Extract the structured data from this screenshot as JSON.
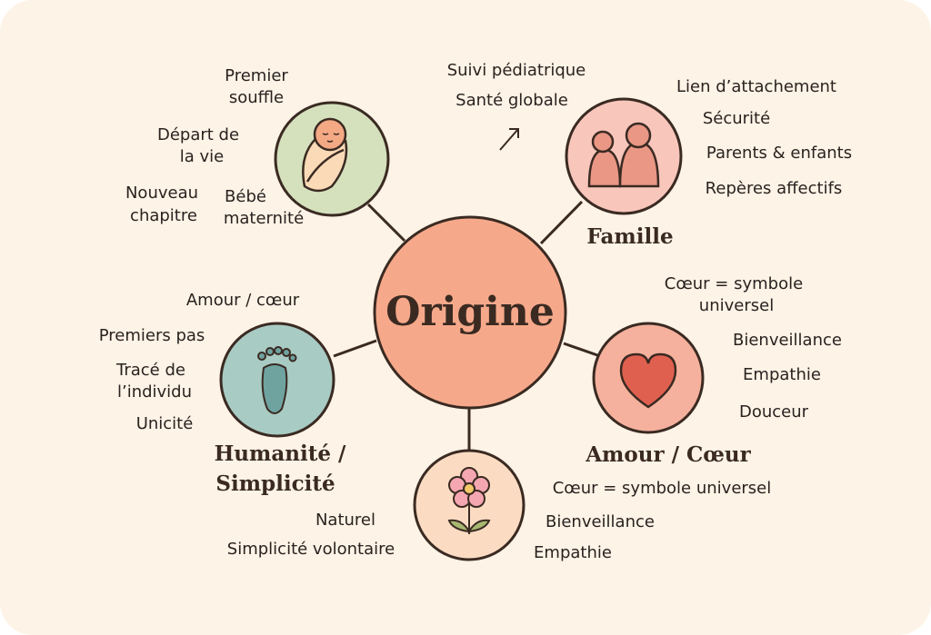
{
  "center": {
    "label": "Origine"
  },
  "nodes": {
    "naissance": {
      "icon": "baby-icon",
      "labels": [
        "Premier",
        "souffle",
        "Départ de",
        "la vie",
        "Nouveau",
        "chapitre",
        "Bébé",
        "maternité"
      ]
    },
    "sante": {
      "icon": "arrow-up-right-icon",
      "labels": [
        "Suivi pédiatrique",
        "Santé globale"
      ]
    },
    "famille": {
      "title": "Famille",
      "icon": "family-icon",
      "labels": [
        "Lien d’attachement",
        "Sécurité",
        "Parents & enfants",
        "Repères affectifs"
      ]
    },
    "amour": {
      "title": "Amour / Cœur",
      "icon": "heart-icon",
      "labels": [
        "Cœur = symbole",
        "universel",
        "Bienveillance",
        "Empathie",
        "Douceur"
      ]
    },
    "nature": {
      "icon": "flower-icon",
      "labels": [
        "Cœur = symbole universel",
        "Bienveillance",
        "Empathie",
        "Naturel",
        "Simplicité volontaire"
      ]
    },
    "humanite": {
      "title_lines": [
        "Humanité /",
        "Simplicité"
      ],
      "icon": "footprint-icon",
      "labels": [
        "Amour / cœur",
        "Premiers pas",
        "Tracé de",
        "l’individu",
        "Unicité"
      ]
    }
  },
  "colors": {
    "background": "#fdf3e6",
    "center": "#f6a98a",
    "baby": "#d5e1bd",
    "family": "#f8c6bb",
    "heart": "#f5b19d",
    "flower": "#fbdcc3",
    "foot": "#a8cbc3",
    "ink": "#3a2a22"
  }
}
